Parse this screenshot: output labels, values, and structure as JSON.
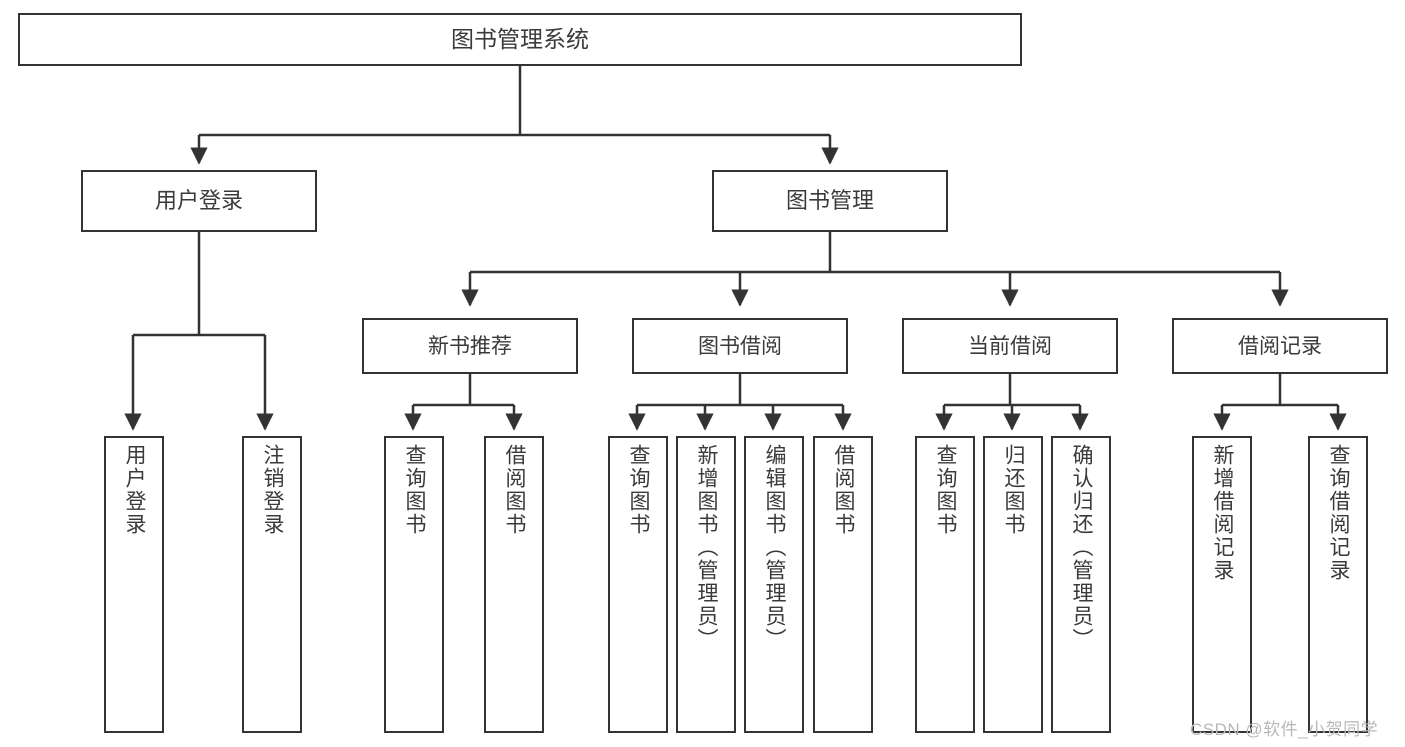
{
  "diagram": {
    "title": "图书管理系统",
    "type": "tree",
    "colors": {
      "box_border": "#333333",
      "box_fill": "#ffffff",
      "text": "#3a3a3a",
      "edge": "#333333",
      "watermark": "#b8b8b8"
    }
  },
  "root": {
    "label": "图书管理系统"
  },
  "level2": [
    {
      "label": "用户登录"
    },
    {
      "label": "图书管理"
    }
  ],
  "level3": [
    {
      "label": "新书推荐"
    },
    {
      "label": "图书借阅"
    },
    {
      "label": "当前借阅"
    },
    {
      "label": "借阅记录"
    }
  ],
  "leaves": {
    "user_login": [
      {
        "label": "用户登录"
      },
      {
        "label": "注销登录"
      }
    ],
    "new_book_recommend": [
      {
        "label": "查询图书"
      },
      {
        "label": "借阅图书"
      }
    ],
    "book_borrow": [
      {
        "label": "查询图书"
      },
      {
        "label": "新增图书（管理员）"
      },
      {
        "label": "编辑图书（管理员）"
      },
      {
        "label": "借阅图书"
      }
    ],
    "current_borrow": [
      {
        "label": "查询图书"
      },
      {
        "label": "归还图书"
      },
      {
        "label": "确认归还（管理员）"
      }
    ],
    "borrow_record": [
      {
        "label": "新增借阅记录"
      },
      {
        "label": "查询借阅记录"
      }
    ]
  },
  "watermark": {
    "text": "CSDN @软件_小贺同学"
  }
}
